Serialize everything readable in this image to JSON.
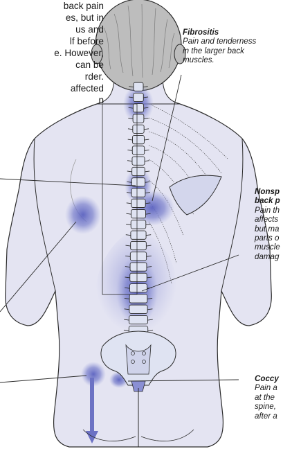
{
  "intro_lines": [
    "back pain",
    "es, but in",
    "us and",
    "lf before",
    "e. However,",
    "can be",
    "rder.",
    "affected",
    "n"
  ],
  "labels": {
    "fibrositis": {
      "title": "Fibrositis",
      "desc": [
        "Pain and tenderness",
        "in the larger back",
        "muscles."
      ]
    },
    "nonspecific": {
      "title": [
        "Nonsp",
        "back p"
      ],
      "desc": [
        "Pain th",
        "affects",
        "but ma",
        "parts o",
        "muscle",
        "damag"
      ]
    },
    "coccydynia": {
      "title": "Coccy",
      "desc": [
        "Pain a",
        "at the",
        "spine,",
        "after a"
      ]
    }
  },
  "colors": {
    "skin": "#e4e4f2",
    "outline": "#2a2a2a",
    "highlight": "#7a80cc",
    "vertebra": "#dfe3f2",
    "hair": "#bdbdbd"
  }
}
